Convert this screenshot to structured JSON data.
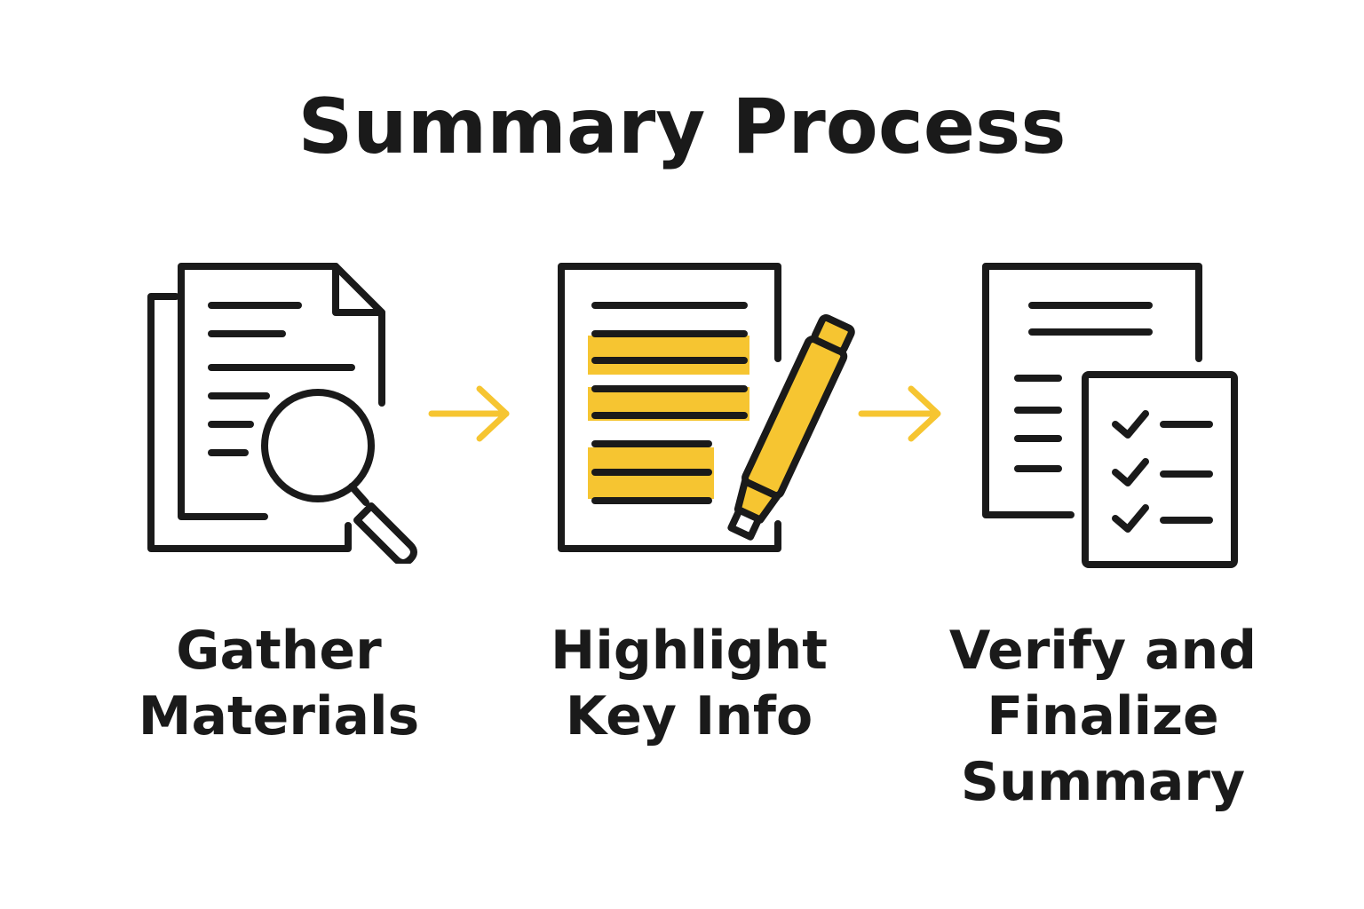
{
  "title": "Summary Process",
  "colors": {
    "ink": "#1a1a1a",
    "accent": "#f6c531",
    "background": "#ffffff"
  },
  "steps": [
    {
      "icon": "documents-magnifier-icon",
      "label": "Gather\nMaterials"
    },
    {
      "icon": "highlighted-document-icon",
      "label": "Highlight\nKey Info"
    },
    {
      "icon": "checklist-documents-icon",
      "label": "Verify and\nFinalize\nSummary"
    }
  ],
  "connectors": [
    "arrow-right-icon",
    "arrow-right-icon"
  ]
}
